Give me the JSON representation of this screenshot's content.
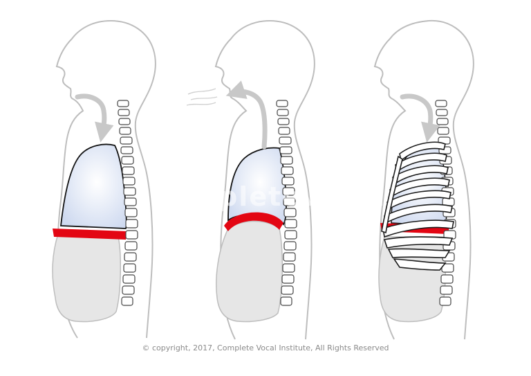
{
  "copyright": "© copyright, 2017, Complete Vocal Institute, All Rights Reserved",
  "watermark": "completevocal",
  "colors": {
    "outline": "#bdbdbd",
    "lung_fill": "#dde6f5",
    "lung_center": "#ffffff",
    "diaphragm": "#e30613",
    "abdomen_fill": "#e6e6e6",
    "arrow": "#c8c8c8",
    "rib_fill": "#ffffff",
    "rib_stroke": "#1a1a1a"
  },
  "figures": [
    {
      "name": "figure-inhale",
      "icon": "inhale-diagram"
    },
    {
      "name": "figure-exhale",
      "icon": "exhale-diagram"
    },
    {
      "name": "figure-ribcage",
      "icon": "ribcage-diagram"
    }
  ]
}
